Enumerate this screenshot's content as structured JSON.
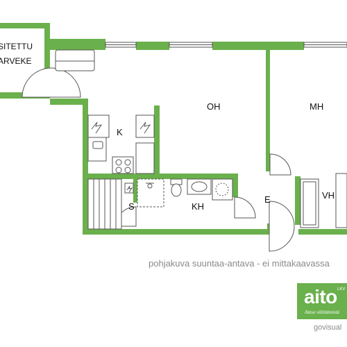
{
  "rooms": {
    "balcony": [
      "SITETTU",
      "ARVEKE"
    ],
    "living_room": "OH",
    "bedroom": "MH",
    "kitchen": "K",
    "sauna": "S",
    "bathroom": "KH",
    "entrance": "E",
    "wardrobe": "VH"
  },
  "note": "pohjakuva suuntaa-antava - ei mittakaavassa",
  "brand": {
    "name": "aito",
    "lkv": "LKV",
    "tagline": "Aitoa välittämistä"
  },
  "source": "govisual",
  "colors": {
    "wall": "#6ab04c",
    "line": "#555555",
    "text": "#111111",
    "note": "#8a8a8a",
    "background": "#ffffff"
  }
}
